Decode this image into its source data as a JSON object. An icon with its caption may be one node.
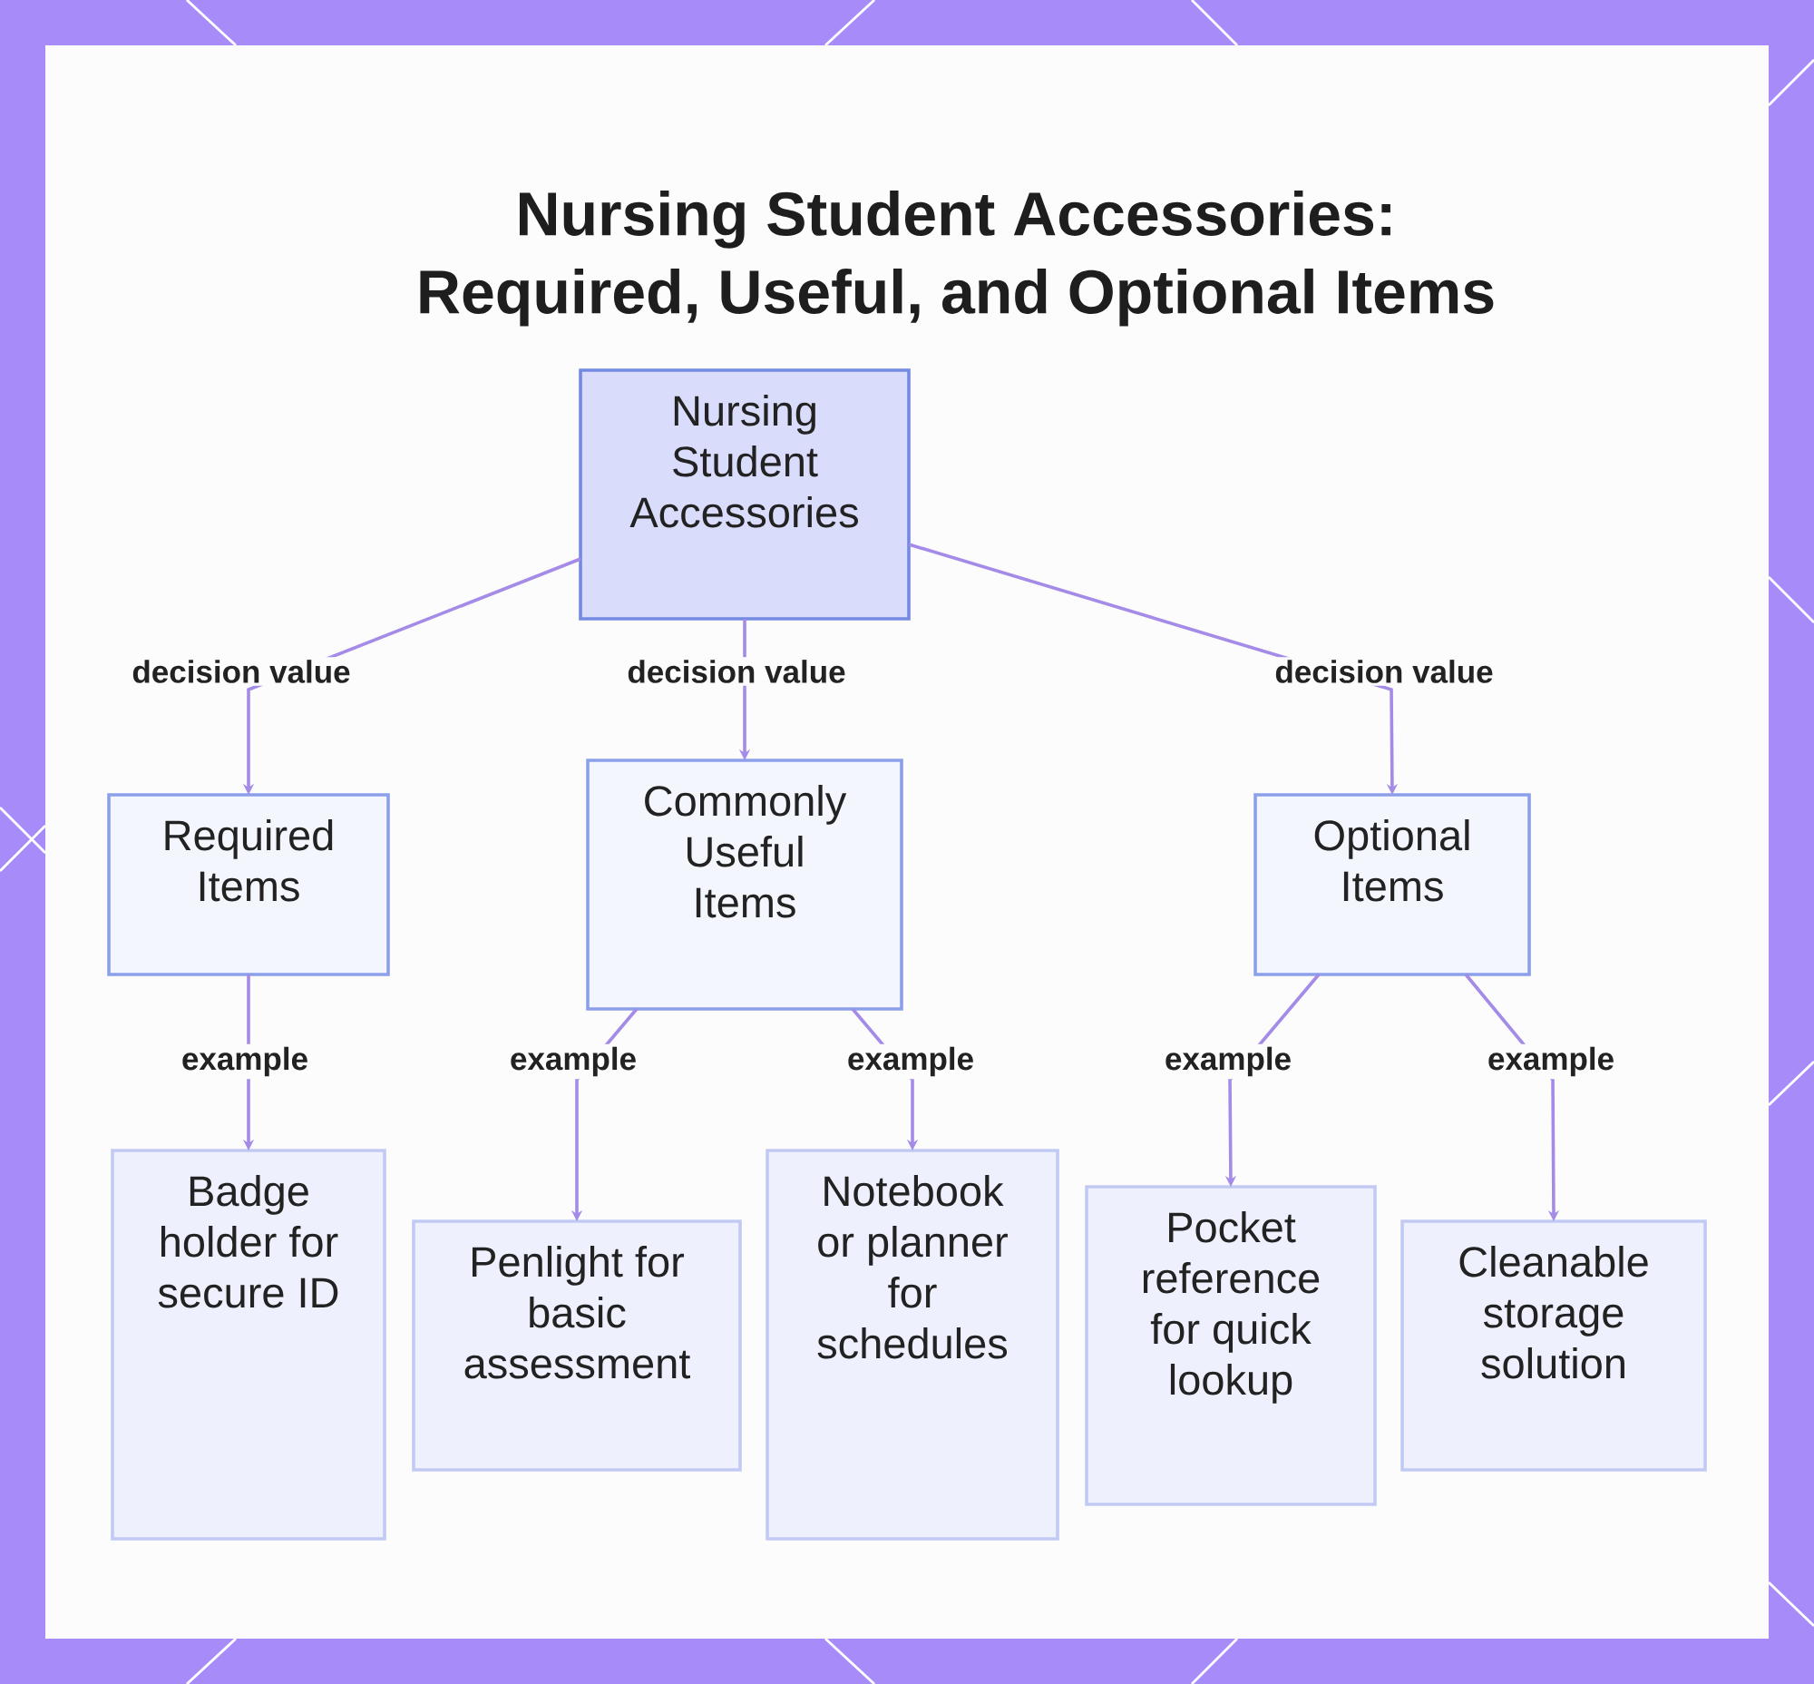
{
  "diagram": {
    "title": "Nursing Student Accessories: Required, Useful, and Optional Items",
    "nodes": [
      {
        "text": [
          "Nursing Student Accessories"
        ]
      },
      {
        "text": [
          "Required Items"
        ]
      },
      {
        "text": [
          "Commonly Useful Items"
        ]
      },
      {
        "text": [
          "Optional Items"
        ]
      },
      {
        "text": [
          "Badge holder for secure ID"
        ]
      },
      {
        "text": [
          "Penlight for basic assessment"
        ]
      },
      {
        "text": [
          "Notebook or planner for schedules"
        ]
      },
      {
        "text": [
          "Pocket reference for quick lookup"
        ]
      },
      {
        "text": [
          "Cleanable storage solution"
        ]
      }
    ],
    "edges": [
      {
        "from": 0,
        "to": 1,
        "arrow": "to",
        "label": "decision value"
      },
      {
        "from": 0,
        "to": 2,
        "arrow": "to",
        "label": "decision value"
      },
      {
        "from": 0,
        "to": 3,
        "arrow": "to",
        "label": "decision value"
      },
      {
        "from": 1,
        "to": 4,
        "arrow": "to",
        "label": "example"
      },
      {
        "from": 2,
        "to": 5,
        "arrow": "to",
        "label": "example"
      },
      {
        "from": 2,
        "to": 6,
        "arrow": "to",
        "label": "example"
      },
      {
        "from": 3,
        "to": 7,
        "arrow": "to",
        "label": "example"
      },
      {
        "from": 3,
        "to": 8,
        "arrow": "to",
        "label": "example"
      }
    ]
  }
}
